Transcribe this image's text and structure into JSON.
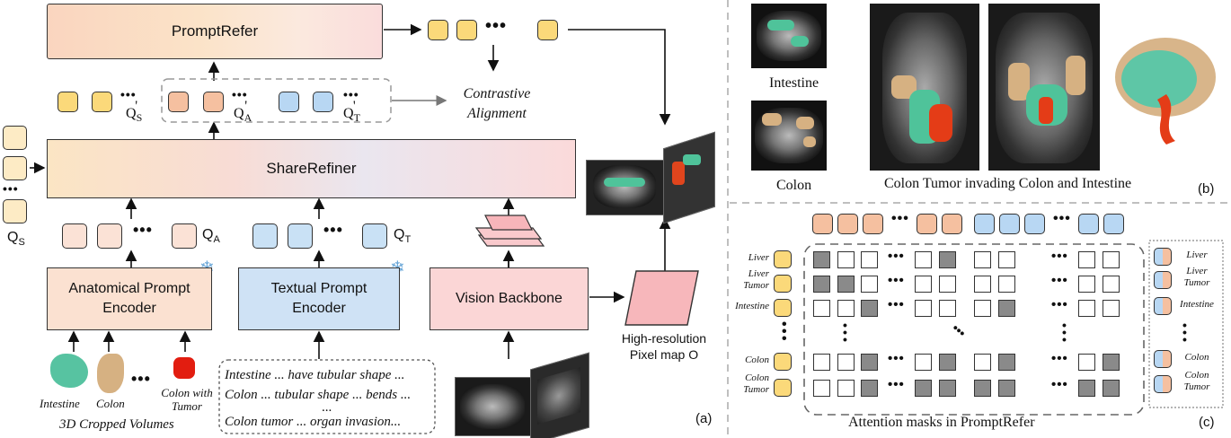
{
  "panel_a": {
    "prompt_refer": "PromptRefer",
    "share_refiner": "ShareRefiner",
    "anatomical_encoder_line1": "Anatomical Prompt",
    "anatomical_encoder_line2": "Encoder",
    "textual_encoder_line1": "Textual Prompt",
    "textual_encoder_line2": "Encoder",
    "vision_backbone": "Vision Backbone",
    "contrastive_line1": "Contrastive",
    "contrastive_line2": "Alignment",
    "qs_prime": "Q'S",
    "qa_prime": "Q'A",
    "qt_prime": "Q'T",
    "qs_main": "Q",
    "qs_sub": "S",
    "qa_main": "Q",
    "qa_sub": "A",
    "qt_main": "Q",
    "qt_sub": "T",
    "pixel_map_line1": "High-resolution",
    "pixel_map_line2": "Pixel map O",
    "volumes": {
      "intestine": "Intestine",
      "colon": "Colon",
      "colon_tumor_line1": "Colon with",
      "colon_tumor_line2": "Tumor",
      "caption": "3D Cropped Volumes"
    },
    "text_prompts": [
      "Intestine ... have tubular shape  ...",
      "Colon ... tubular shape  ... bends ...",
      "...",
      "Colon tumor ... organ invasion..."
    ],
    "panel_label": "(a)"
  },
  "panel_b": {
    "intestine": "Intestine",
    "colon": "Colon",
    "caption": "Colon Tumor invading Colon and Intestine",
    "panel_label": "(b)"
  },
  "panel_c": {
    "row_labels": [
      {
        "line1": "Liver",
        "line2": ""
      },
      {
        "line1": "Liver",
        "line2": "Tumor"
      },
      {
        "line1": "Intestine",
        "line2": ""
      },
      {
        "line1": "Colon",
        "line2": ""
      },
      {
        "line1": "Colon",
        "line2": "Tumor"
      }
    ],
    "right_labels": [
      {
        "line1": "Liver",
        "line2": ""
      },
      {
        "line1": "Liver",
        "line2": "Tumor"
      },
      {
        "line1": "Intestine",
        "line2": ""
      },
      {
        "line1": "Colon",
        "line2": ""
      },
      {
        "line1": "Colon",
        "line2": "Tumor"
      }
    ],
    "mask_rows": [
      [
        1,
        0,
        0,
        0,
        1,
        0,
        0,
        0,
        0
      ],
      [
        1,
        1,
        0,
        0,
        0,
        0,
        0,
        0,
        0
      ],
      [
        0,
        0,
        1,
        0,
        0,
        0,
        1,
        0,
        0
      ],
      [
        0,
        0,
        1,
        0,
        1,
        0,
        1,
        0,
        1
      ],
      [
        0,
        0,
        1,
        1,
        1,
        1,
        1,
        1,
        1
      ]
    ],
    "caption": "Attention masks in PromptRefer",
    "panel_label": "(c)"
  }
}
